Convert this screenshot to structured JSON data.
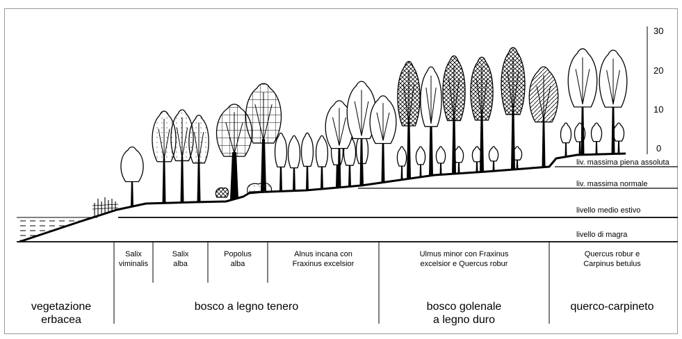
{
  "scale": {
    "ticks": [
      "30",
      "20",
      "10",
      "0"
    ]
  },
  "water_levels": [
    {
      "label": "liv. massima piena assoluta"
    },
    {
      "label": "liv. massima normale"
    },
    {
      "label": "livello medio estivo"
    },
    {
      "label": "livello di magra"
    }
  ],
  "species": [
    {
      "label": "Salix\nviminalis"
    },
    {
      "label": "Salix\nalba"
    },
    {
      "label": "Popolus\nalba"
    },
    {
      "label": "Alnus incana con\nFraxinus excelsior"
    },
    {
      "label": "Ulmus minor con Fraxinus\nexcelsior e Quercus robur"
    },
    {
      "label": "Quercus robur e\nCarpinus betulus"
    }
  ],
  "zones": [
    {
      "label": "vegetazione\nerbacea"
    },
    {
      "label": "bosco a legno tenero"
    },
    {
      "label": "bosco golenale\na legno duro"
    },
    {
      "label": "querco-carpineto"
    }
  ]
}
